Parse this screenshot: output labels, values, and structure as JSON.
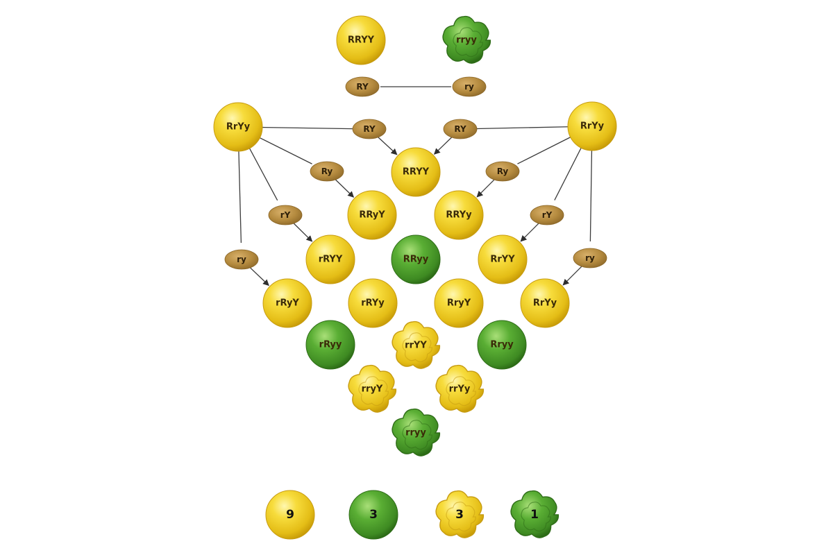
{
  "colors": {
    "yellow": "#f0cf2a",
    "green": "#4f9f2c",
    "gamete": "#b48a3e",
    "line": "#3b3b3b"
  },
  "parents": [
    {
      "id": "p1",
      "genotype": "RRYY",
      "phenotype": "round-yellow"
    },
    {
      "id": "p2",
      "genotype": "rryy",
      "phenotype": "wrinkled-green"
    }
  ],
  "parent_gametes": [
    {
      "id": "pg1",
      "label": "RY"
    },
    {
      "id": "pg2",
      "label": "ry"
    }
  ],
  "f1": [
    {
      "id": "f1a",
      "genotype": "RrYy",
      "phenotype": "round-yellow"
    },
    {
      "id": "f1b",
      "genotype": "RrYy",
      "phenotype": "round-yellow"
    }
  ],
  "left_gametes": [
    {
      "id": "lg1",
      "label": "RY"
    },
    {
      "id": "lg2",
      "label": "Ry"
    },
    {
      "id": "lg3",
      "label": "rY"
    },
    {
      "id": "lg4",
      "label": "ry"
    }
  ],
  "right_gametes": [
    {
      "id": "rg1",
      "label": "RY"
    },
    {
      "id": "rg2",
      "label": "Ry"
    },
    {
      "id": "rg3",
      "label": "rY"
    },
    {
      "id": "rg4",
      "label": "ry"
    }
  ],
  "f2": [
    {
      "id": "c1",
      "genotype": "RRYY",
      "phenotype": "round-yellow"
    },
    {
      "id": "c2",
      "genotype": "RRyY",
      "phenotype": "round-yellow"
    },
    {
      "id": "c3",
      "genotype": "RRYy",
      "phenotype": "round-yellow"
    },
    {
      "id": "c4",
      "genotype": "rRYY",
      "phenotype": "round-yellow"
    },
    {
      "id": "c5",
      "genotype": "RRyy",
      "phenotype": "round-green"
    },
    {
      "id": "c6",
      "genotype": "RrYY",
      "phenotype": "round-yellow"
    },
    {
      "id": "c7",
      "genotype": "rRyY",
      "phenotype": "round-yellow"
    },
    {
      "id": "c8",
      "genotype": "rRYy",
      "phenotype": "round-yellow"
    },
    {
      "id": "c9",
      "genotype": "RryY",
      "phenotype": "round-yellow"
    },
    {
      "id": "c10",
      "genotype": "RrYy",
      "phenotype": "round-yellow"
    },
    {
      "id": "c11",
      "genotype": "rRyy",
      "phenotype": "round-green"
    },
    {
      "id": "c12",
      "genotype": "rrYY",
      "phenotype": "wrinkled-yellow"
    },
    {
      "id": "c13",
      "genotype": "Rryy",
      "phenotype": "round-green"
    },
    {
      "id": "c14",
      "genotype": "rryY",
      "phenotype": "wrinkled-yellow"
    },
    {
      "id": "c15",
      "genotype": "rrYy",
      "phenotype": "wrinkled-yellow"
    },
    {
      "id": "c16",
      "genotype": "rryy",
      "phenotype": "wrinkled-green"
    }
  ],
  "ratio": [
    {
      "id": "r1",
      "count": "9",
      "phenotype": "round-yellow"
    },
    {
      "id": "r2",
      "count": "3",
      "phenotype": "round-green"
    },
    {
      "id": "r3",
      "count": "3",
      "phenotype": "wrinkled-yellow"
    },
    {
      "id": "r4",
      "count": "1",
      "phenotype": "wrinkled-green"
    }
  ]
}
